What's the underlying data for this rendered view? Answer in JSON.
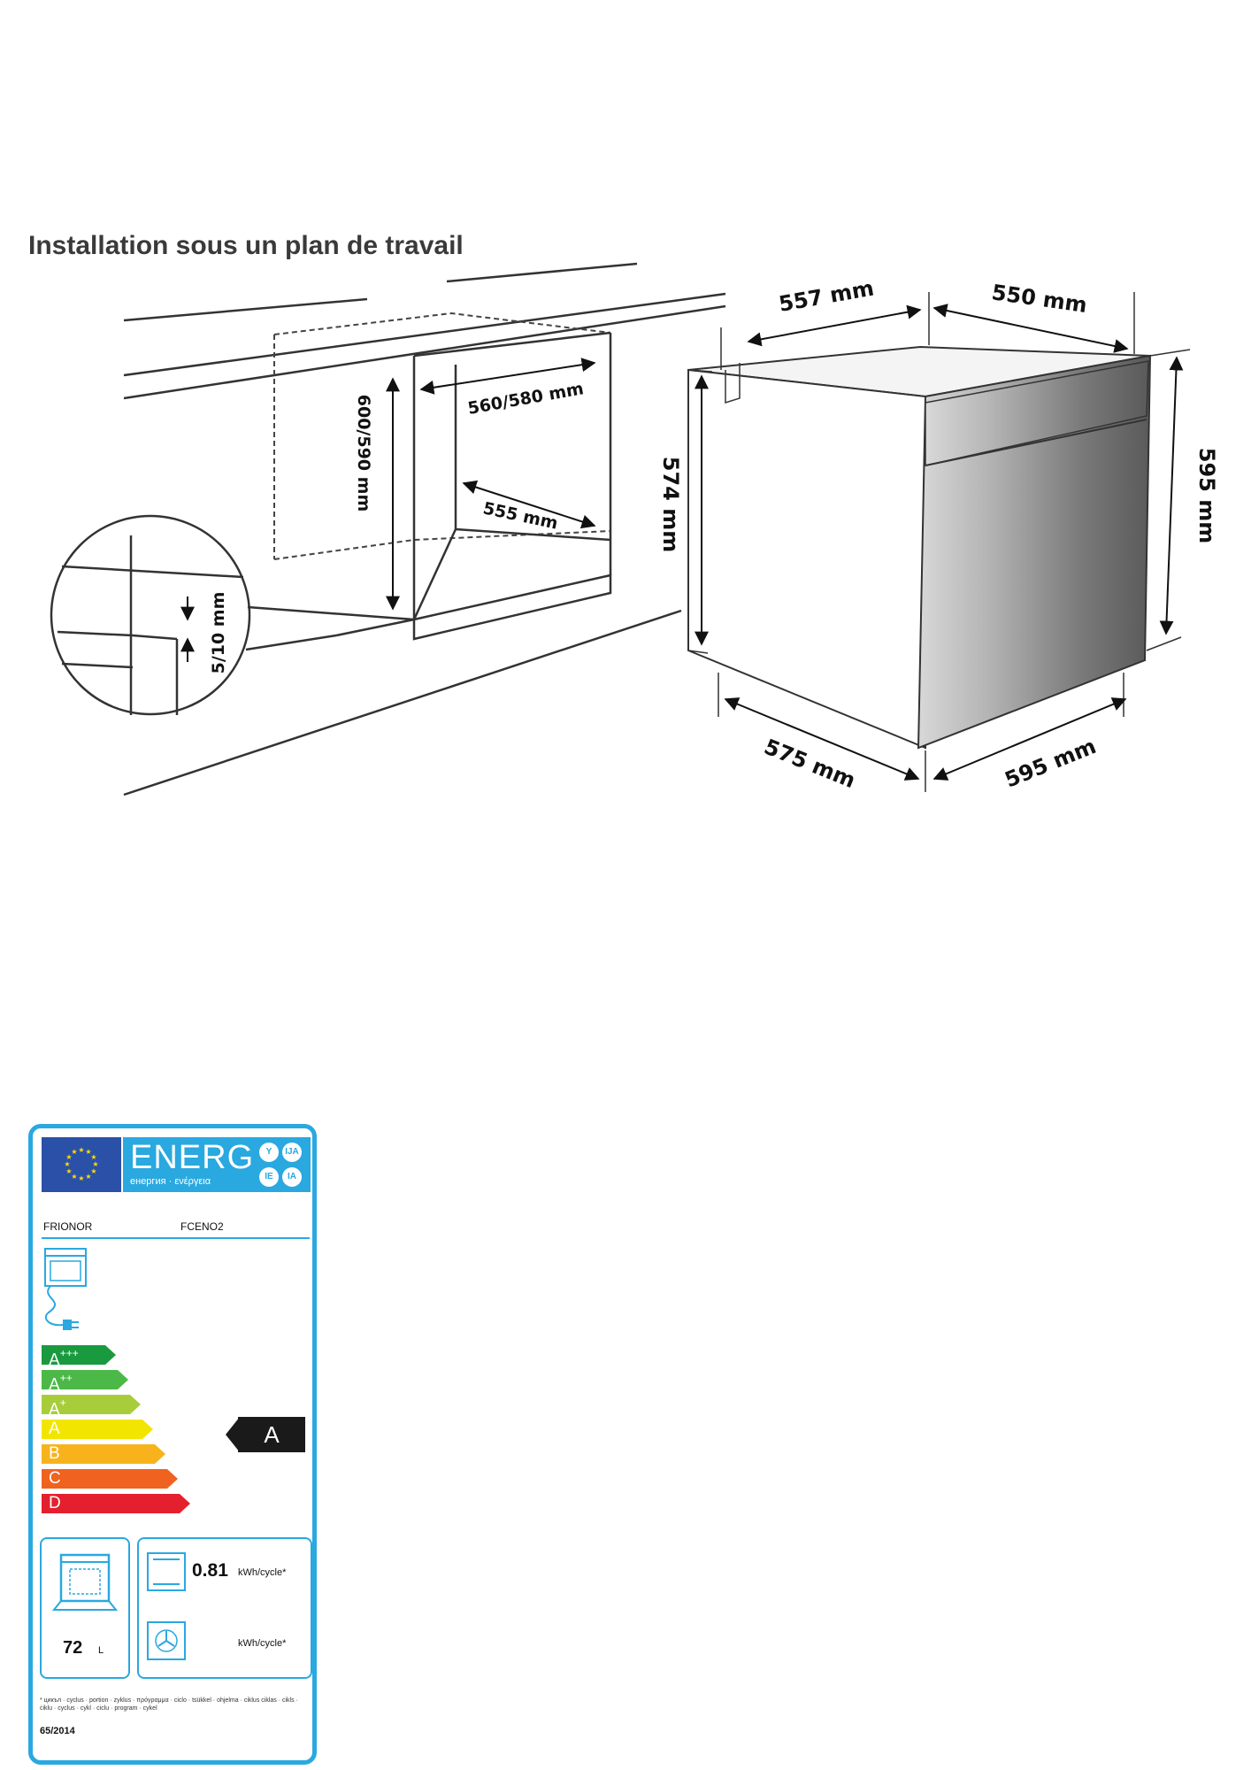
{
  "title": "Installation sous un plan de travail",
  "dimensions": {
    "niche_depth": "560/580 mm",
    "niche_height": "600/590 mm",
    "niche_inner_depth": "555 mm",
    "gap": "5/10 mm",
    "oven_top_depth": "557 mm",
    "oven_top_width": "550 mm",
    "oven_body_height": "574 mm",
    "oven_front_height": "595 mm",
    "oven_bottom_depth": "575 mm",
    "oven_bottom_width": "595 mm"
  },
  "energy_label": {
    "energ": "ENERG",
    "energ_sub": "енергия · ενέργεια",
    "lang_badges": [
      "Y",
      "IJA",
      "IE",
      "IA"
    ],
    "supplier": "FRIONOR",
    "model": "FCENO2",
    "classes": [
      {
        "letter": "A",
        "plus": "+++",
        "color": "#1a9a3f"
      },
      {
        "letter": "A",
        "plus": "++",
        "color": "#4cb848"
      },
      {
        "letter": "A",
        "plus": "+",
        "color": "#a8cd3a"
      },
      {
        "letter": "A",
        "plus": "",
        "color": "#f2e600"
      },
      {
        "letter": "B",
        "plus": "",
        "color": "#f8b31c"
      },
      {
        "letter": "C",
        "plus": "",
        "color": "#f0621f"
      },
      {
        "letter": "D",
        "plus": "",
        "color": "#e4202e"
      }
    ],
    "rating": "A",
    "volume_value": "72",
    "volume_unit": "L",
    "consumption_conv": "0.81",
    "consumption_unit": "kWh/cycle*",
    "consumption_fan_unit": "kWh/cycle*",
    "footnote": "* цикъл · cyclus · portion · zyklus · πρόγραμμα · ciclo · tsükkel · ohjelma · ciklus ciklas · cikls · ċiklu · cyclus · cykl · ciclu · program · cykel",
    "regulation": "65/2014"
  }
}
